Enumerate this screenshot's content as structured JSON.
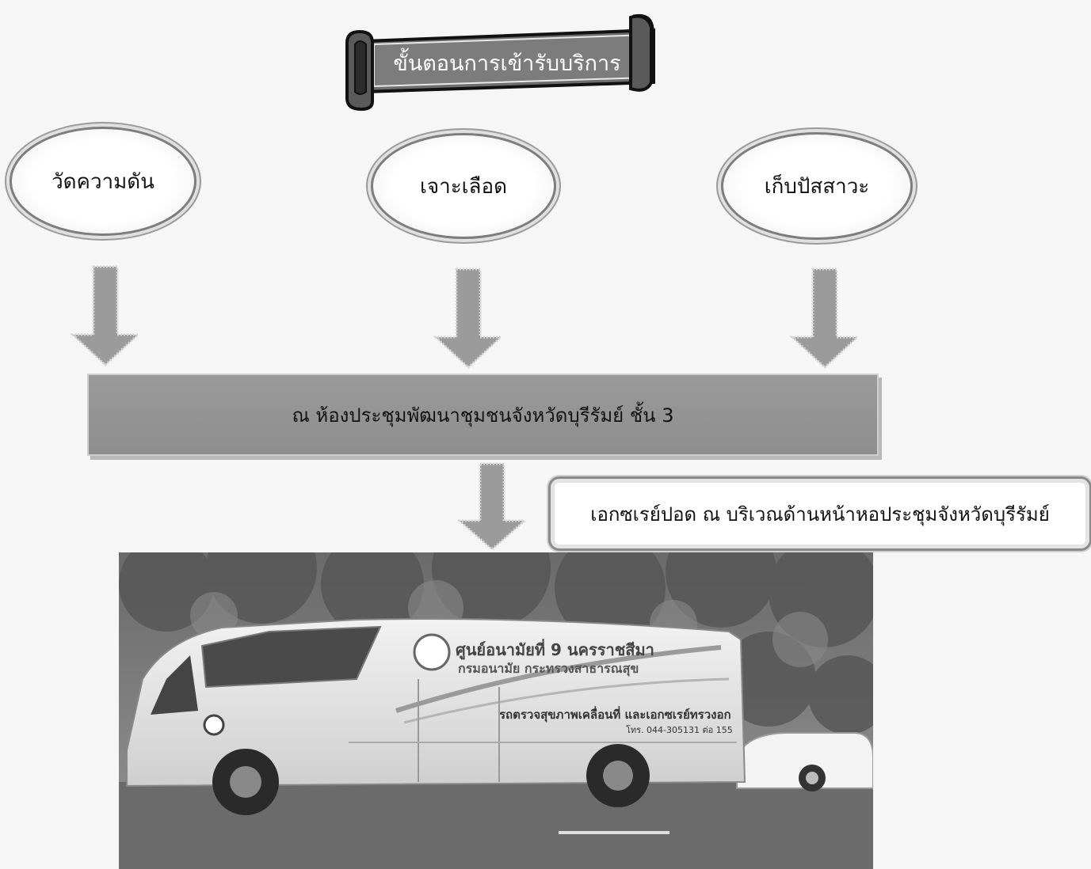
{
  "banner": {
    "title": "ขั้นตอนการเข้ารับบริการ"
  },
  "steps": [
    {
      "label": "วัดความดัน"
    },
    {
      "label": "เจาะเลือด"
    },
    {
      "label": "เก็บปัสสาวะ"
    }
  ],
  "location": {
    "label": "ณ ห้องประชุมพัฒนาชุมชนจังหวัดบุรีรัมย์ ชั้น 3"
  },
  "xray": {
    "label": "เอกซเรย์ปอด ณ บริเวณด้านหน้าหอประชุมจังหวัดบุรีรัมย์"
  },
  "photo": {
    "bus_line1": "ศูนย์อนามัยที่ 9 นครราชสีมา",
    "bus_line2": "กรมอนามัย กระทรวงสาธารณสุข",
    "bus_line3": "รถตรวจสุขภาพเคลื่อนที่ และเอกซเรย์ทรวงอก",
    "bus_line4": "โทร. 044-305131 ต่อ 155"
  }
}
